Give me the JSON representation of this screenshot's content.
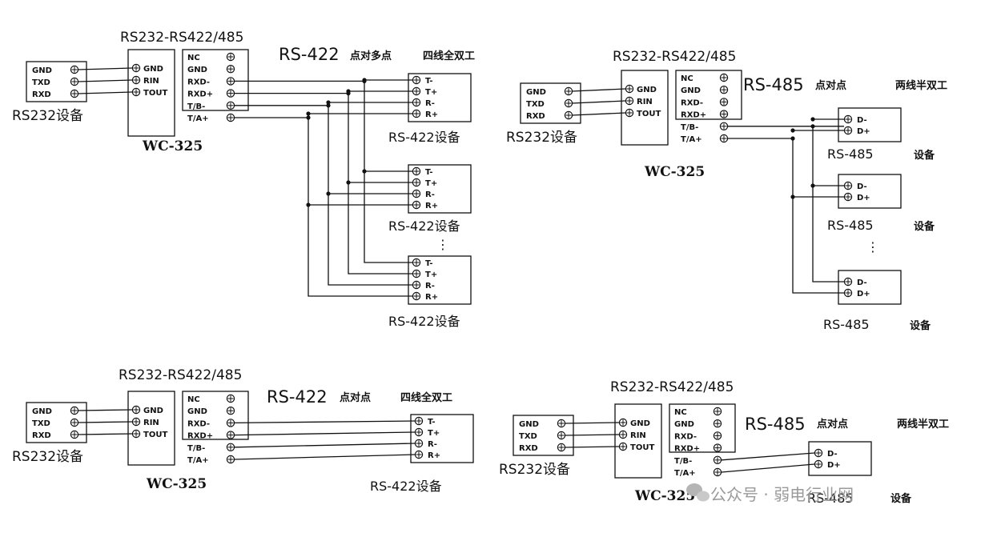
{
  "diagram": {
    "converter_title": "RS232-RS422/485",
    "converter_model": "WC-325",
    "rs232_label": "RS232设备",
    "rs232_pins": [
      "GND",
      "TXD",
      "RXD"
    ],
    "conv_left_pins": [
      "GND",
      "RIN",
      "TOUT"
    ],
    "conv_right_pins": [
      "NC",
      "GND",
      "RXD-",
      "RXD+",
      "T/B-",
      "T/A+"
    ],
    "rs422_pins": [
      "T-",
      "T+",
      "R-",
      "R+"
    ],
    "rs485_pins": [
      "D-",
      "D+"
    ],
    "rs422_device_label": "RS-422设备",
    "rs485_device_label": "RS-485",
    "device_suffix": "设备",
    "ellipsis": "⋮",
    "panels": {
      "p1": {
        "mode_prefix": "RS-422",
        "mode_main": "点对多点",
        "mode_sub": "四线全双工"
      },
      "p2": {
        "mode_prefix": "RS-485",
        "mode_main": "点对点",
        "mode_sub": "两线半双工"
      },
      "p3": {
        "mode_prefix": "RS-422",
        "mode_main": "点对点",
        "mode_sub": "四线全双工"
      },
      "p4": {
        "mode_prefix": "RS-485",
        "mode_main": "点对点",
        "mode_sub": "两线半双工"
      }
    }
  },
  "watermark": {
    "text": "公众号 · 弱电行业网"
  }
}
